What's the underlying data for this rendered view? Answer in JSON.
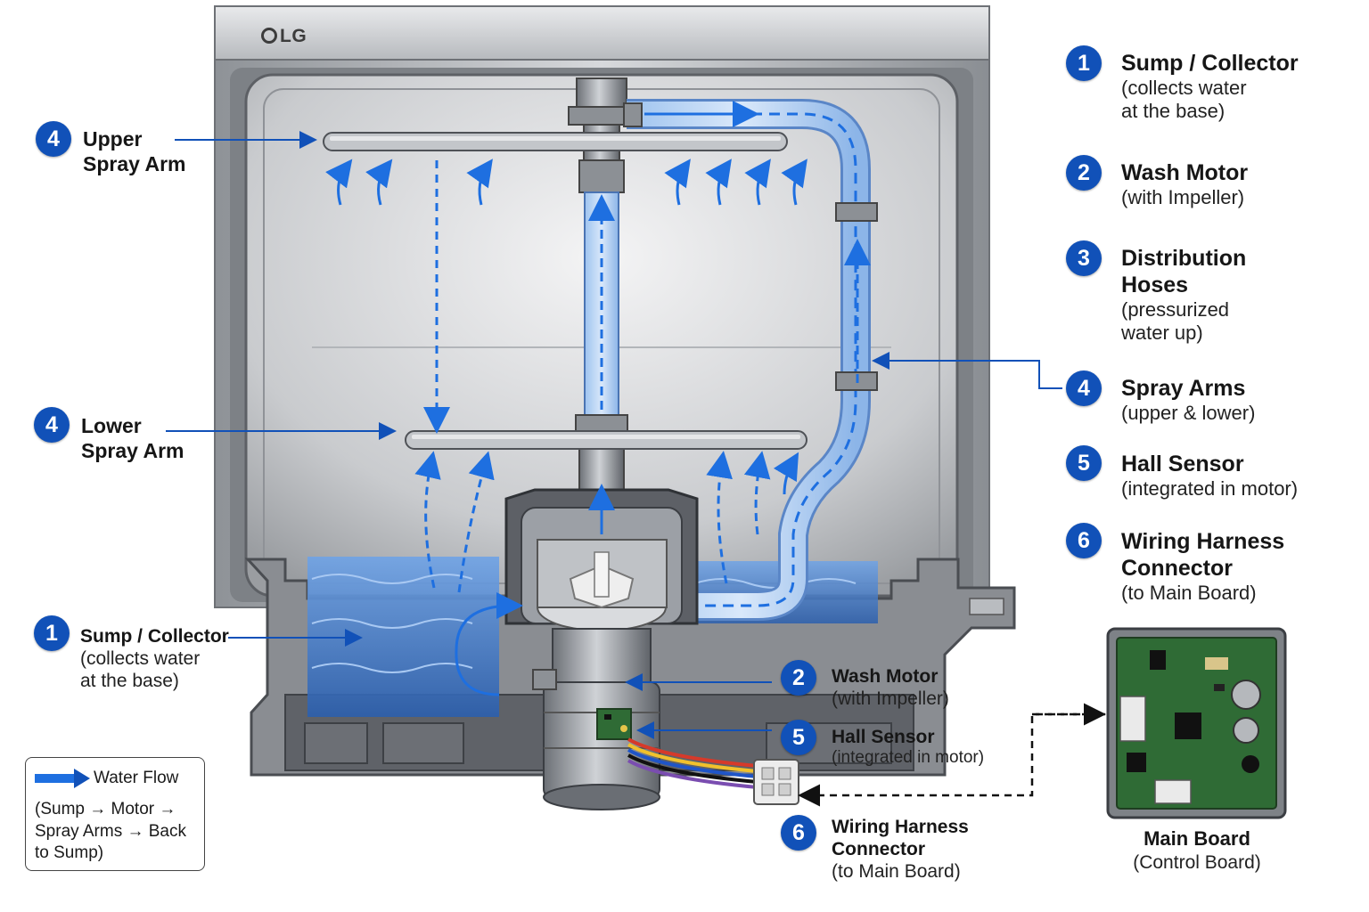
{
  "brand": "LG",
  "legend": {
    "title": "Water Flow",
    "description": "(Sump → Motor → Spray Arms → Back to Sump)"
  },
  "callouts": {
    "upper_arm": {
      "num": "4",
      "title_line1": "Upper",
      "title_line2": "Spray Arm"
    },
    "lower_arm": {
      "num": "4",
      "title_line1": "Lower",
      "title_line2": "Spray Arm"
    },
    "sump": {
      "num": "1",
      "title": "Sump / Collector",
      "sub_line1": "(collects water",
      "sub_line2": "at the base)"
    },
    "motor": {
      "num": "2",
      "title": "Wash Motor",
      "sub": "(with Impeller)"
    },
    "hall": {
      "num": "5",
      "title": "Hall Sensor",
      "sub": "(integrated in motor)"
    },
    "harness": {
      "num": "6",
      "title_line1": "Wiring Harness",
      "title_line2": "Connector",
      "sub": "(to Main Board)"
    }
  },
  "parts_list": [
    {
      "num": "1",
      "lines": [
        {
          "text": "Sump / Collector",
          "bold": true
        },
        {
          "text": "(collects water",
          "bold": false
        },
        {
          "text": "at the base)",
          "bold": false
        }
      ]
    },
    {
      "num": "2",
      "lines": [
        {
          "text": "Wash Motor",
          "bold": true
        },
        {
          "text": "(with Impeller)",
          "bold": false
        }
      ]
    },
    {
      "num": "3",
      "lines": [
        {
          "text": "Distribution",
          "bold": true
        },
        {
          "text": "Hoses",
          "bold": true
        },
        {
          "text": "(pressurized",
          "bold": false
        },
        {
          "text": "water up)",
          "bold": false
        }
      ]
    },
    {
      "num": "4",
      "lines": [
        {
          "text": "Spray Arms",
          "bold": true
        },
        {
          "text": "(upper & lower)",
          "bold": false
        }
      ]
    },
    {
      "num": "5",
      "lines": [
        {
          "text": "Hall Sensor",
          "bold": true
        },
        {
          "text": "(integrated in motor)",
          "bold": false
        }
      ]
    },
    {
      "num": "6",
      "lines": [
        {
          "text": "Wiring Harness",
          "bold": true
        },
        {
          "text": "Connector",
          "bold": true
        },
        {
          "text": "(to Main Board)",
          "bold": false
        }
      ]
    }
  ],
  "main_board": {
    "title": "Main Board",
    "sub": "(Control Board)"
  },
  "colors": {
    "accent": "#1151b8",
    "water": "#3b7dd8",
    "flow": "#1e6fe0",
    "steel": "#a9adb3",
    "pcb": "#2f6b35"
  }
}
